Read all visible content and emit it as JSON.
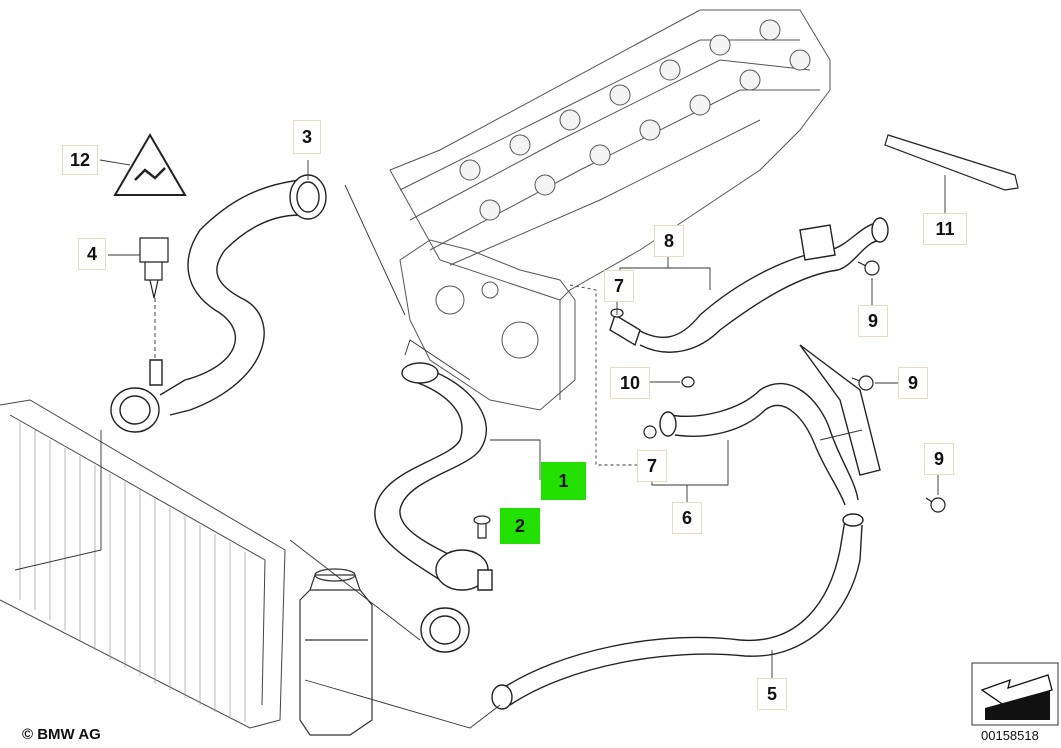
{
  "callouts": {
    "c1": "1",
    "c2": "2",
    "c3": "3",
    "c4": "4",
    "c5": "5",
    "c6": "6",
    "c7a": "7",
    "c7b": "7",
    "c8": "8",
    "c9a": "9",
    "c9b": "9",
    "c9c": "9",
    "c10": "10",
    "c11": "11",
    "c12": "12"
  },
  "copyright": "© BMW AG",
  "diagram_number": "00158518",
  "highlight_color": "#22e000"
}
